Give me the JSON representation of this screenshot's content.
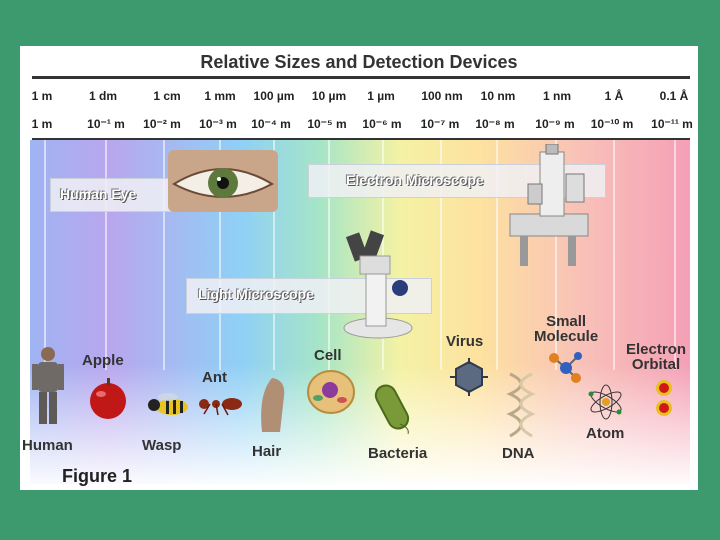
{
  "title": "Relative Sizes and Detection Devices",
  "scale_top": [
    "1 m",
    "1 dm",
    "1 cm",
    "1 mm",
    "100 µm",
    "10 µm",
    "1 µm",
    "100 nm",
    "10 nm",
    "1 nm",
    "1 Å",
    "0.1 Å"
  ],
  "scale_bottom": [
    "1 m",
    "10⁻¹ m",
    "10⁻² m",
    "10⁻³ m",
    "10⁻⁴ m",
    "10⁻⁵ m",
    "10⁻⁶ m",
    "10⁻⁷ m",
    "10⁻⁸ m",
    "10⁻⁹ m",
    "10⁻¹⁰ m",
    "10⁻¹¹ m"
  ],
  "devices": {
    "human_eye": "Human Eye",
    "electron_microscope": "Electron Microscope",
    "light_microscope": "Light Microscope"
  },
  "objects": {
    "human": "Human",
    "apple": "Apple",
    "wasp": "Wasp",
    "ant": "Ant",
    "hair": "Hair",
    "cell": "Cell",
    "bacteria": "Bacteria",
    "virus": "Virus",
    "dna": "DNA",
    "small_molecule_1": "Small",
    "small_molecule_2": "Molecule",
    "atom": "Atom",
    "electron_orbital_1": "Electron",
    "electron_orbital_2": "Orbital"
  },
  "figure_label": "Figure 1",
  "colors": {
    "background": "#3c9a6e",
    "text": "#222222"
  }
}
